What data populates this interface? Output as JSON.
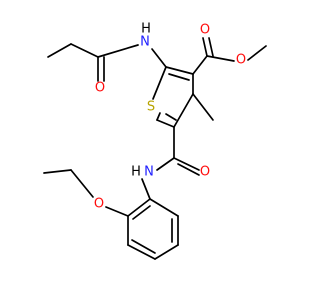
{
  "colors": {
    "bond": "#000000",
    "N": "#2020ff",
    "O": "#ff0d0d",
    "S": "#b8a400",
    "background": "#ffffff"
  },
  "labels": {
    "n_amide_top": "N",
    "h_amide_top": "H",
    "o_propanoyl": "O",
    "o_ester_carbonyl": "O",
    "o_ester_methoxy": "O",
    "s_thiophene": "S",
    "n_amide_bottom": "N",
    "h_amide_bottom": "H",
    "o_amide_bottom": "O",
    "o_ethoxy": "O"
  }
}
